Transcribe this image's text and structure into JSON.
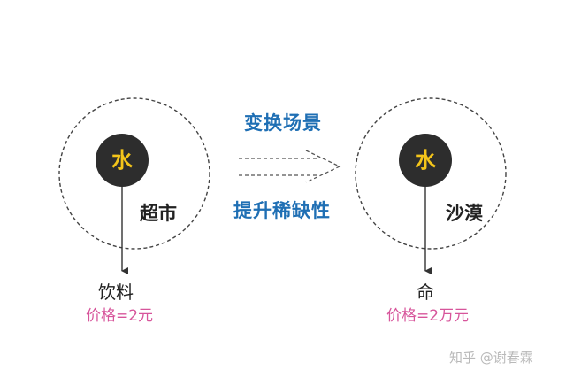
{
  "left": {
    "center_label": "水",
    "context_label": "超市",
    "result_label": "饮料",
    "price_label": "价格=2元"
  },
  "right": {
    "center_label": "水",
    "context_label": "沙漠",
    "result_label": "命",
    "price_label": "价格=2万元"
  },
  "transition": {
    "top_caption": "变换场景",
    "bottom_caption": "提升稀缺性"
  },
  "watermark": "知乎 @谢春霖",
  "colors": {
    "node_fill": "#2d2d2d",
    "node_text": "#f4c51a",
    "caption": "#1f6fb4",
    "price": "#d7559b",
    "line": "#333333"
  }
}
